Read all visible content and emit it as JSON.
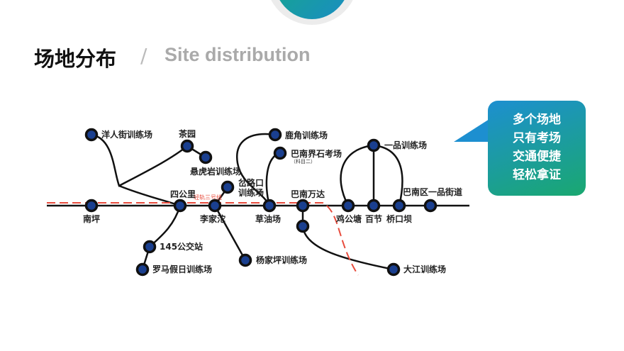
{
  "header": {
    "title_cn": "场地分布",
    "separator": "/",
    "title_en": "Site distribution"
  },
  "map": {
    "line_label": "轻轨三号线",
    "stations": {
      "yangrenjie": "洋人街训练场",
      "chayuan": "茶园",
      "xuanhuyan": "悬虎岩训练场",
      "nanping": "南坪",
      "sigongli": "四公里",
      "lijiatuo": "李家沱",
      "chalukou_1": "岔路口",
      "chalukou_2": "训练场",
      "lujiao": "鹿角训练场",
      "jieshi": "巴南界石考场",
      "jieshi_note": "（科目二）",
      "caoyouchang": "草油场",
      "wanda": "巴南万达",
      "yangjiaping": "杨家坪训练场",
      "jigongtang": "鸡公塘",
      "baijie": "百节",
      "qiaokouba": "桥口坝",
      "yipinjiedao": "巴南区一品街道",
      "yipin": "一品训练场",
      "bus145": "145公交站",
      "luoma": "罗马假日训练场",
      "dajiang": "大江训练场"
    }
  },
  "callout": {
    "lines": [
      "多个场地",
      "只有考场",
      "交通便捷",
      "轻松拿证"
    ]
  },
  "colors": {
    "station_fill": "#1a3f8f",
    "line": "#111111",
    "rail": "#e84c3d",
    "accent_start": "#1d8fd0",
    "accent_end": "#1aa870"
  }
}
